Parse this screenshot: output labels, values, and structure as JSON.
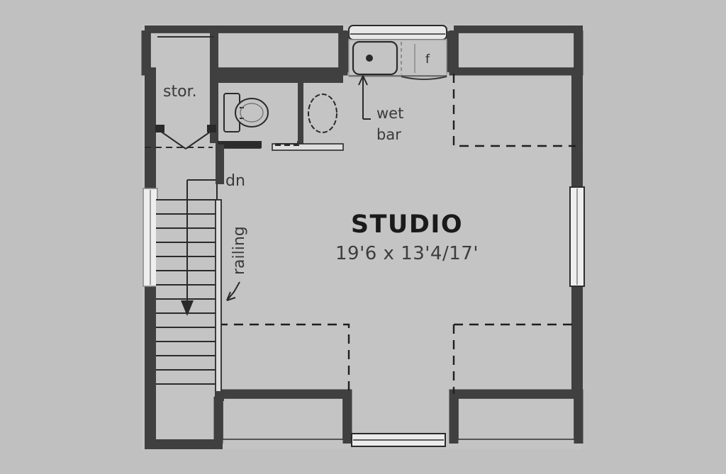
{
  "document": {
    "type": "architectural-floor-plan",
    "title": "STUDIO",
    "background_color": "#c0c0c0",
    "wall_color": "#404040",
    "line_color": "#1a1a1a",
    "floor_color": "#c4c4c4"
  },
  "rooms": [
    {
      "id": "studio",
      "name": "STUDIO",
      "dimensions": "19'6 x 13'4/17'"
    },
    {
      "id": "storage",
      "name": "stor."
    },
    {
      "id": "wet-bar",
      "name_line1": "wet",
      "name_line2": "bar"
    }
  ],
  "annotations": {
    "stair_direction": "dn",
    "railing": "railing",
    "sink_mark": "o",
    "fridge_mark": "f"
  },
  "fixtures": [
    {
      "id": "toilet",
      "label": "toilet"
    },
    {
      "id": "lavatory",
      "label": "lavatory"
    },
    {
      "id": "bar-sink",
      "label": "bar sink"
    },
    {
      "id": "refrigerator",
      "label": "refrigerator"
    }
  ],
  "elements": {
    "stair": {
      "tread_count": 14,
      "has_down_arrow": true
    },
    "windows": [
      {
        "id": "window-left",
        "orientation": "vertical"
      },
      {
        "id": "window-right",
        "orientation": "vertical"
      },
      {
        "id": "window-top-dormer",
        "orientation": "horizontal"
      },
      {
        "id": "window-bottom-dormer",
        "orientation": "horizontal"
      }
    ],
    "doors": [
      {
        "id": "storage-bifold-door",
        "type": "bifold"
      },
      {
        "id": "bath-door",
        "type": "swing"
      },
      {
        "id": "lav-door",
        "type": "swing"
      }
    ]
  }
}
